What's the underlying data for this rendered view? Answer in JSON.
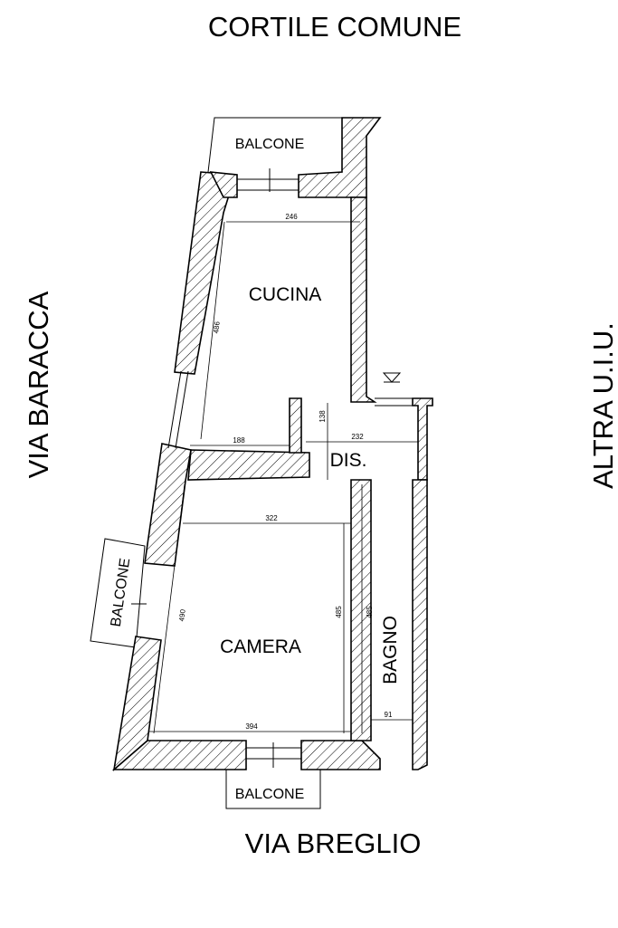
{
  "streets": {
    "top": "CORTILE COMUNE",
    "bottom": "VIA BREGLIO",
    "left": "VIA BARACCA",
    "right": "ALTRA U.I.U."
  },
  "rooms": {
    "kitchen": "CUCINA",
    "bedroom": "CAMERA",
    "hall": "DIS.",
    "bath": "BAGNO"
  },
  "balconies": {
    "top": "BALCONE",
    "left": "BALCONE",
    "bottom": "BALCONE"
  },
  "dimensions": {
    "kitchen_width": "246",
    "kitchen_height": "486",
    "hall_left": "188",
    "hall_right": "232",
    "hall_height": "138",
    "bedroom_width_top": "322",
    "bedroom_width_bottom": "394",
    "bedroom_height_left": "490",
    "bedroom_height_right": "485",
    "bath_height": "485",
    "bath_width": "91"
  }
}
